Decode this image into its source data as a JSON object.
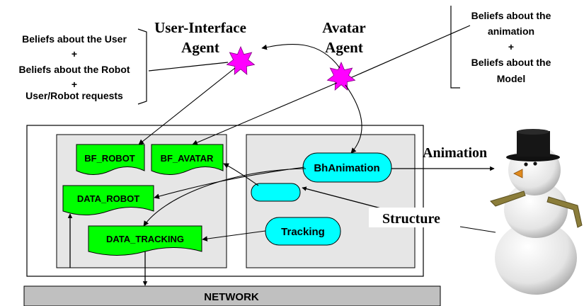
{
  "labels": {
    "ui_agent_line1": "User-Interface",
    "ui_agent_line2": "Agent",
    "avatar_agent_line1": "Avatar",
    "avatar_agent_line2": "Agent",
    "animation": "Animation",
    "structure": "Structure"
  },
  "left_beliefs": {
    "line1": "Beliefs about the User",
    "plus1": "+",
    "line2": "Beliefs about the Robot",
    "plus2": "+",
    "line3": "User/Robot requests"
  },
  "right_beliefs": {
    "line1": "Beliefs about the",
    "line2": "animation",
    "plus": "+",
    "line3": "Beliefs about the",
    "line4": "Model"
  },
  "nodes": {
    "bf_robot": "BF_ROBOT",
    "bf_avatar": "BF_AVATAR",
    "data_robot": "DATA_ROBOT",
    "data_tracking": "DATA_TRACKING",
    "bhanimation": "BhAnimation",
    "tracking": "Tracking"
  },
  "network": "NETWORK",
  "colors": {
    "star": "#ff00ff",
    "document": "#00ff00",
    "process": "#00ffff",
    "panel": "#e6e6e6",
    "network": "#c0c0c0"
  }
}
